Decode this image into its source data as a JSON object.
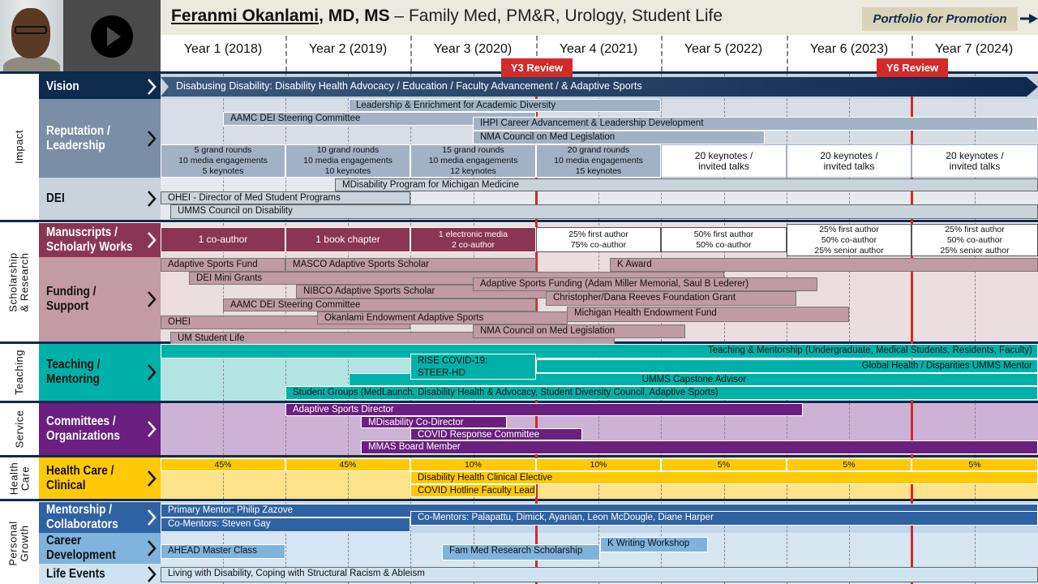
{
  "header": {
    "name": "Feranmi Okanlami",
    "credentials": ", MD, MS",
    "dash": " – ",
    "departments": "Family Med, PM&R, Urology, Student Life",
    "portfolio": "Portfolio for Promotion"
  },
  "years": [
    "Year 1 (2018)",
    "Year 2 (2019)",
    "Year 3 (2020)",
    "Year 4 (2021)",
    "Year 5 (2022)",
    "Year 6 (2023)",
    "Year 7 (2024)"
  ],
  "reviews": [
    "Y3 Review",
    "Y6 Review"
  ],
  "sections": {
    "impact": "Impact",
    "scholarship": "Scholarship\n& Research",
    "teaching": "Teaching",
    "service": "Service",
    "health": "Health\nCare",
    "growth": "Personal\nGrowth"
  },
  "rows": {
    "vision": "Vision",
    "reputation": "Reputation /\nLeadership",
    "dei": "DEI",
    "manuscripts": "Manuscripts /\nScholarly Works",
    "funding": "Funding /\nSupport",
    "teaching": "Teaching /\nMentoring",
    "committees": "Committees /\nOrganizations",
    "clinical": "Health Care /\nClinical",
    "mentorship": "Mentorship /\nCollaborators",
    "career": "Career\nDevelopment",
    "life": "Life Events"
  },
  "vision_statement": "Disabusing Disability: Disability Health Advocacy / Education / Faculty Advancement / & Adaptive Sports",
  "bars": {
    "reputation": [
      "Leadership & Enrichment for Academic Diversity",
      "AAMC DEI Steering Committee",
      "IHPI Career Advancement & Leadership Development",
      "NMA Council on Med Legislation"
    ],
    "dei": [
      "MDisability Program for Michigan Medicine",
      "OHEI - Director of Med Student Programs",
      "UMMS Council on Disability"
    ],
    "funding": [
      "Adaptive Sports Fund",
      "MASCO Adaptive Sports Scholar",
      "K Award",
      "DEI Mini Grants",
      "NIBCO Adaptive Sports Scholar",
      "Adaptive Sports Funding (Adam Miller Memorial, Saul B Lederer)",
      "Christopher/Dana Reeves Foundation Grant",
      "AAMC DEI Steering Committee",
      "Michigan Health Endowment Fund",
      "Okanlami Endowment Adaptive Sports",
      "OHEI",
      "NMA Council on Med Legislation",
      "UM Student Life"
    ],
    "teaching": [
      "Teaching & Mentorship (Undergraduate, Medical Students, Residents, Faculty)",
      "Global Health / Disparities UMMS Mentor",
      "UMMS Capstone Advisor",
      "Student Groups (MedLaunch, Disability Health & Advocacy, Student Diversity Council, Adaptive Sports)",
      "RISE COVID-19:\nSTEER-HD"
    ],
    "service": [
      "Adaptive Sports Director",
      "MDisability Co-Director",
      "COVID Response Committee",
      "MMAS Board Member"
    ],
    "clinical": [
      "Disability Health Clinical Elective",
      "COVID Hotline Faculty Lead"
    ],
    "mentorship": [
      "Primary Mentor: Philip Zazove",
      "Co-Mentors: Steven Gay",
      "Co-Mentors: Palapattu, Dimick, Ayanian, Leon McDougle, Diane Harper"
    ],
    "career": [
      "AHEAD Master Class",
      "Fam Med Research Scholarship",
      "K Writing Workshop"
    ],
    "life": [
      "Living with Disability, Coping with Structural Racism & Ableism"
    ]
  },
  "reputation_metrics": [
    "5 grand rounds\n10 media engagements\n5 keynotes",
    "10 grand rounds\n10 media engagements\n10 keynotes",
    "15 grand rounds\n10 media engagements\n12 keynotes",
    "20 grand rounds\n10 media engagements\n15 keynotes",
    "20 keynotes /\ninvited talks",
    "20 keynotes /\ninvited talks",
    "20 keynotes /\ninvited talks"
  ],
  "manuscripts": [
    "1 co-author",
    "1 book chapter",
    "1 electronic media\n2 co-author",
    "25% first author\n75% co-author",
    "50% first author\n50% co-author",
    "25% first author\n50% co-author\n25% senior author",
    "25% first author\n50% co-author\n25% senior author"
  ],
  "clinical_percent": [
    "45%",
    "45%",
    "10%",
    "10%",
    "5%",
    "5%",
    "5%"
  ]
}
